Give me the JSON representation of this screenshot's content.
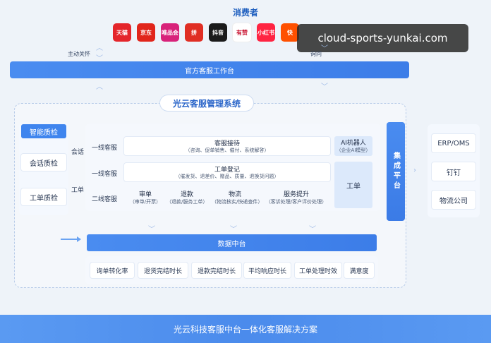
{
  "top": {
    "title": "消费者",
    "apps": [
      {
        "label": "天猫",
        "color": "#e4252b"
      },
      {
        "label": "京东",
        "color": "#e1251b"
      },
      {
        "label": "唯品会",
        "color": "#d8227a"
      },
      {
        "label": "拼",
        "color": "#e02e24"
      },
      {
        "label": "抖音",
        "color": "#1b1b1b"
      },
      {
        "label": "有赞",
        "color": "#ffffff"
      },
      {
        "label": "小红书",
        "color": "#ff2442"
      },
      {
        "label": "快",
        "color": "#ff5000"
      }
    ],
    "left_note": "主动关怀",
    "right_note": "询问",
    "watermark": "cloud-sports-yunkai.com"
  },
  "official_workbench": "官方客服工作台",
  "system_title": "光云客服管理系统",
  "quality": {
    "header": "智能质检",
    "items": [
      "会话质检",
      "工单质检"
    ]
  },
  "side_labels": {
    "session": "会话",
    "work_order": "工单"
  },
  "rows": {
    "first_line_1": "一线客服",
    "first_line_2": "一线客服",
    "second_line": "二线客服"
  },
  "reception": {
    "title": "客服接待",
    "sub": "（咨询、促单销售、催付、系统解答）"
  },
  "registration": {
    "title": "工单登记",
    "sub": "（催发货、退差价、赠品、质量、退换货问题）"
  },
  "second_services": [
    {
      "title": "审单",
      "sub": "（审单/开票）"
    },
    {
      "title": "退款",
      "sub": "（退款/服务工单）"
    },
    {
      "title": "物流",
      "sub": "（物流核实/快递查件）"
    },
    {
      "title": "服务提升",
      "sub": "（客诉处理/客户评价处理）"
    }
  ],
  "ai_bot": {
    "title": "AI机器人",
    "sub": "（企业AI模型）"
  },
  "work_order": "工单",
  "integration": "集成平台",
  "right_items": [
    "ERP/OMS",
    "钉钉",
    "物流公司"
  ],
  "data_center": "数据中台",
  "metrics": [
    "询单转化率",
    "退货完结时长",
    "退款完结时长",
    "平均响应时长",
    "工单处理时效",
    "满意度"
  ],
  "footer": "光云科技客服中台一体化客服解决方案"
}
